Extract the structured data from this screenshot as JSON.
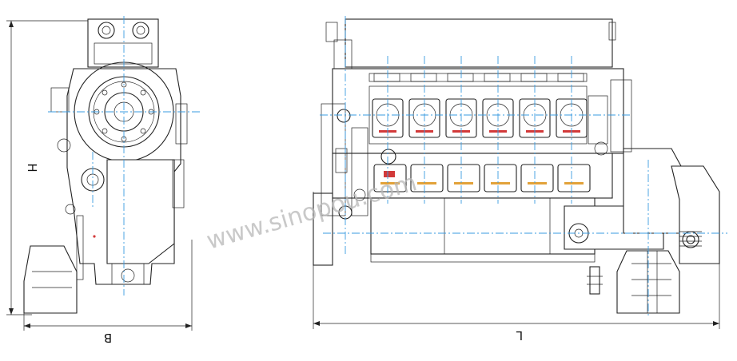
{
  "drawing": {
    "front_view": {
      "width_label": "B",
      "height_label": "H"
    },
    "side_view": {
      "length_label": "L"
    },
    "watermark": "www.sinopou.com"
  }
}
